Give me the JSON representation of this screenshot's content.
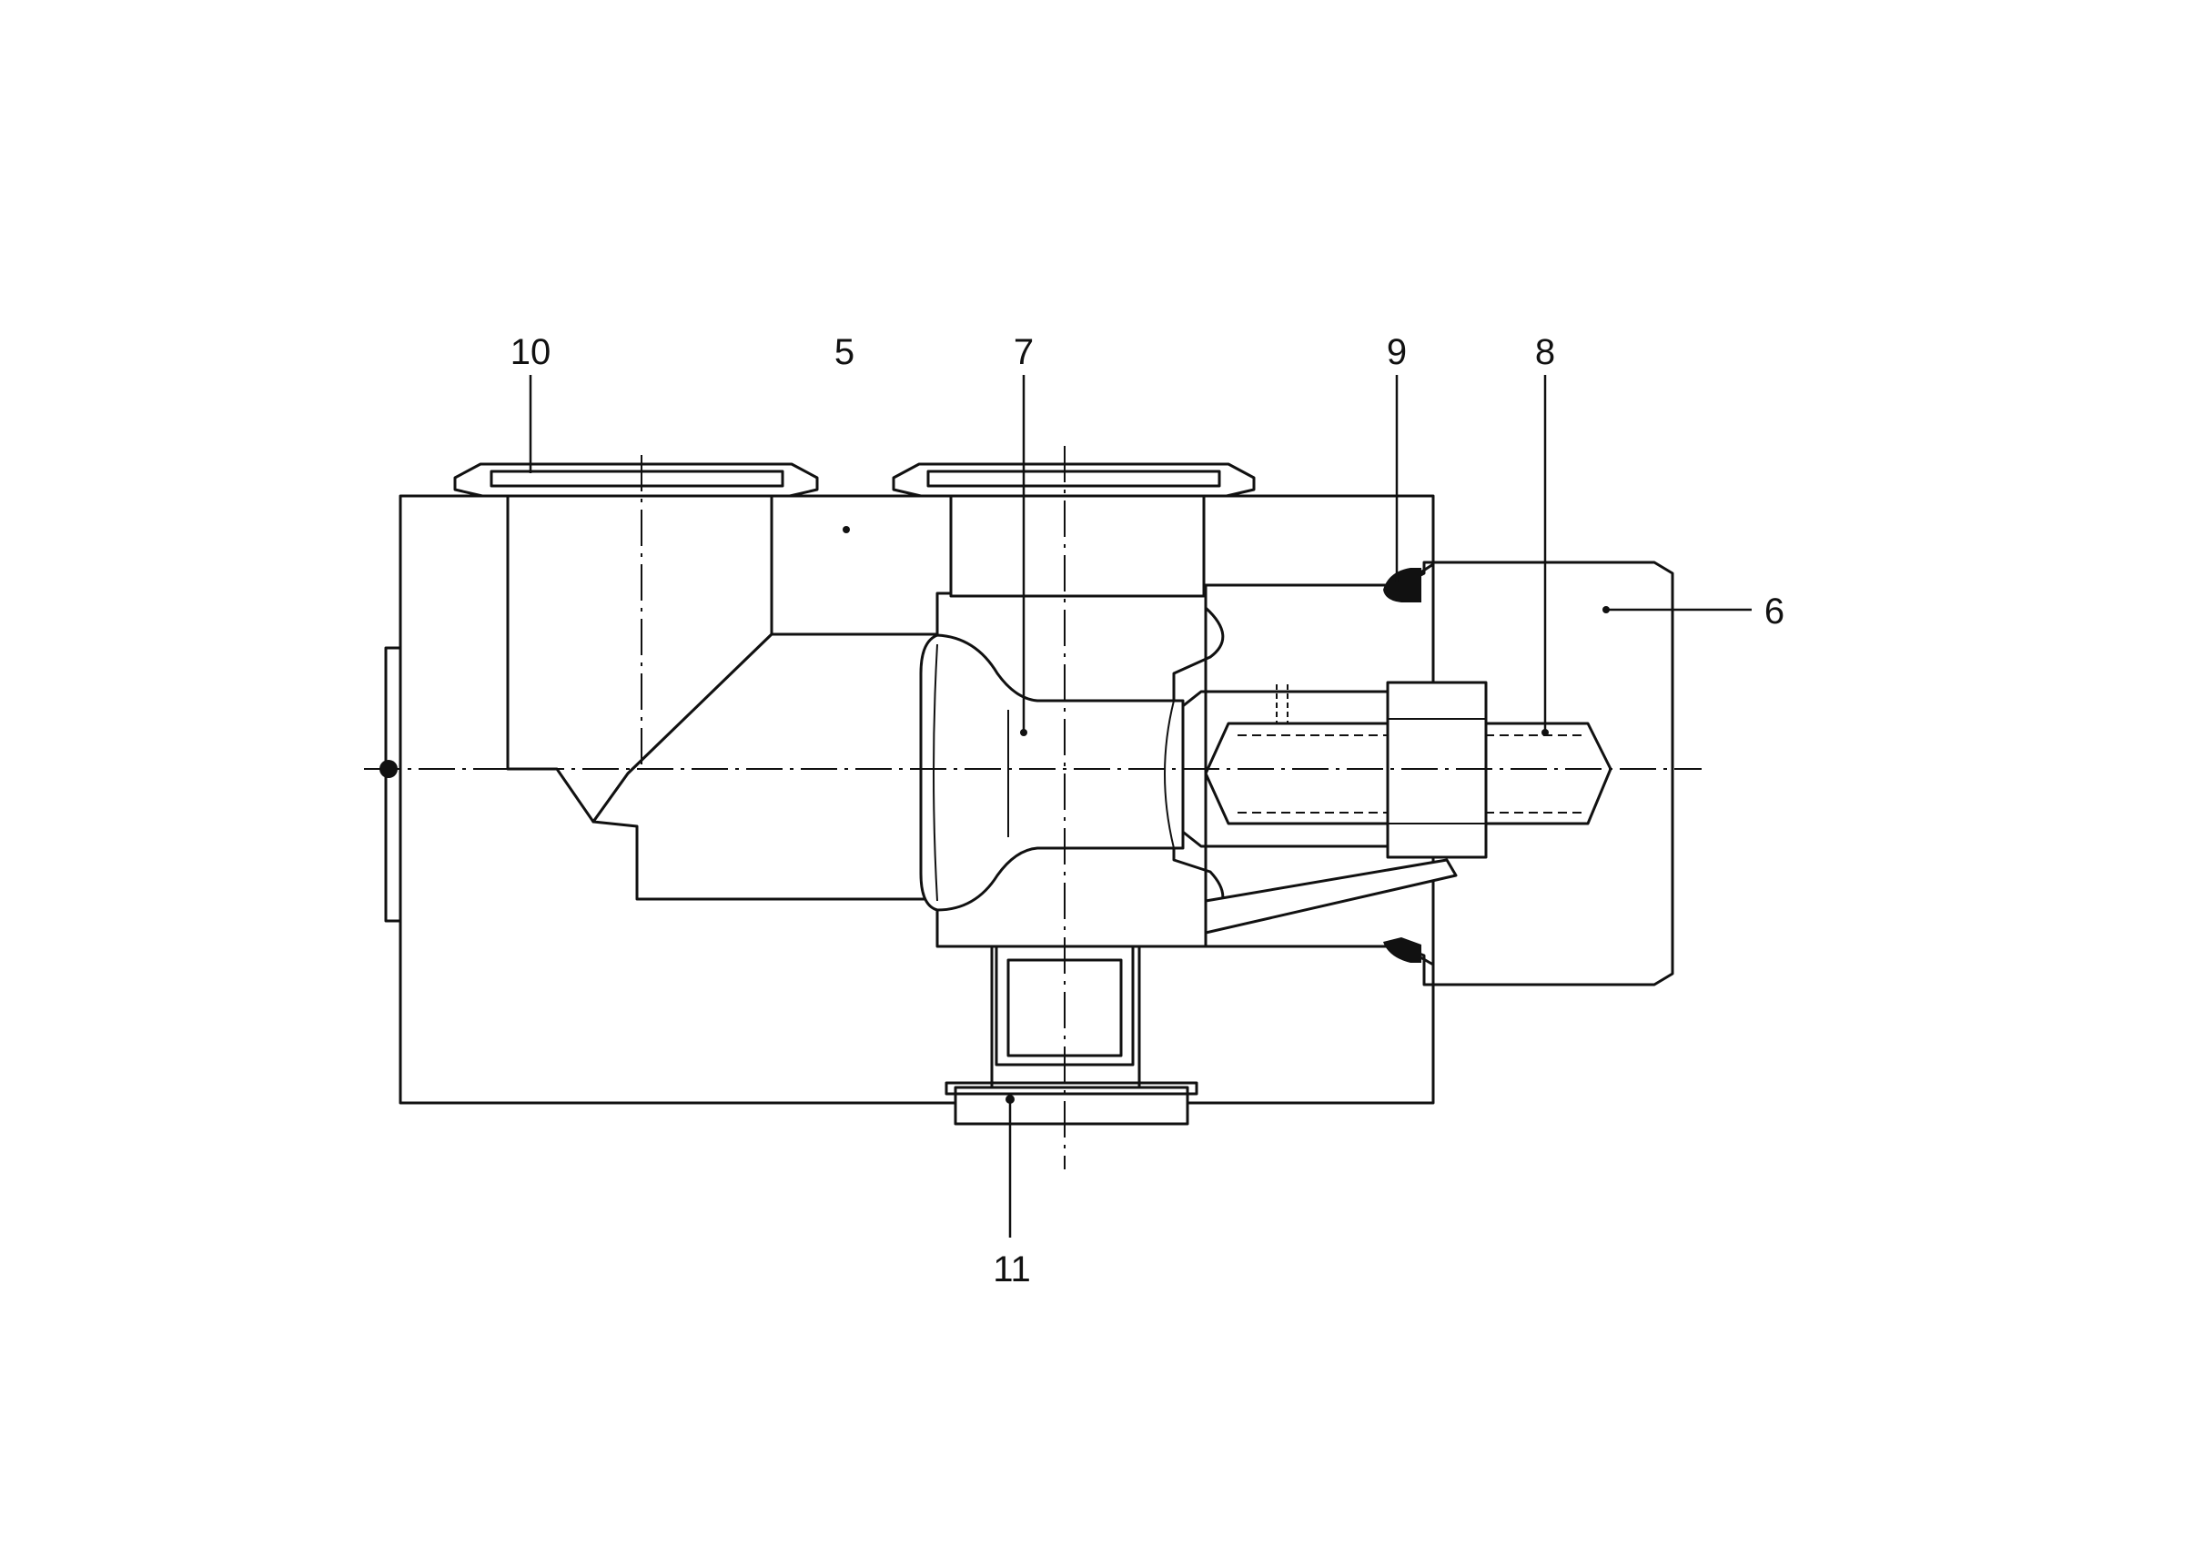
{
  "diagram": {
    "callouts": [
      {
        "id": "c10",
        "text": "10"
      },
      {
        "id": "c5",
        "text": "5"
      },
      {
        "id": "c7",
        "text": "7"
      },
      {
        "id": "c9",
        "text": "9"
      },
      {
        "id": "c8",
        "text": "8"
      },
      {
        "id": "c6",
        "text": "6"
      },
      {
        "id": "c11",
        "text": "11"
      }
    ]
  },
  "colors": {
    "ink": "#111111",
    "paper": "#ffffff"
  }
}
